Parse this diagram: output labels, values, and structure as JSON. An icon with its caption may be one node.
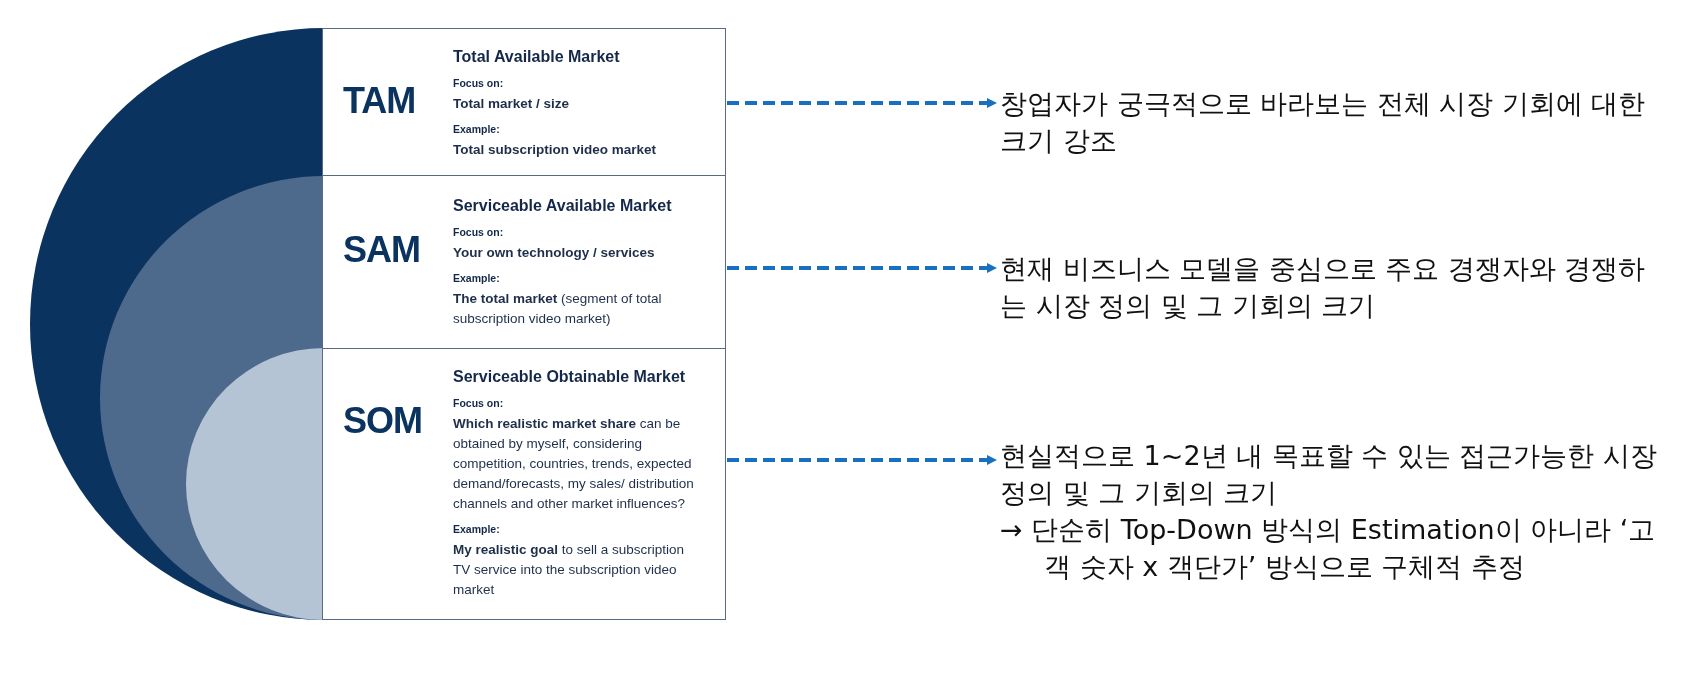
{
  "diagram": {
    "nodes": [
      {
        "text": [
          "TAM",
          "Total Available Market",
          "Focus on:",
          "Total market / size",
          "Example:",
          "Total subscription video market"
        ]
      },
      {
        "text": [
          "SAM",
          "Serviceable Available Market",
          "Focus on:",
          "Your own technology / services",
          "Example:",
          "**The total market** (segment of total subscription video market)"
        ]
      },
      {
        "text": [
          "SOM",
          "Serviceable Obtainable Market",
          "Focus on:",
          "**Which realistic market share** can be obtained by myself, considering competition, countries, trends, expected demand/forecasts, my sales/ distribution channels and other market influences?",
          "Example:",
          "**My realistic goal** to sell a subscription TV service into the subscription video market"
        ]
      },
      {
        "text": [
          "창업자가 궁극적으로 바라보는 전체 시장 기회에 대한 크기 강조"
        ]
      },
      {
        "text": [
          "현재 비즈니스 모델을 중심으로 주요 경쟁자와 경쟁하는 시장 정의 및 그 기회의 크기"
        ]
      },
      {
        "text": [
          "현실적으로 1~2년 내 목표할 수 있는 접근가능한 시장 정의 및 그 기회의 크기",
          "→ 단순히 Top-Down 방식의 Estimation이 아니라 ‘고객 숫자 x 객단가’ 방식으로 구체적 추정"
        ]
      }
    ],
    "edges": [
      {
        "from": 0,
        "to": 3,
        "arrow": "to",
        "style": "dashed"
      },
      {
        "from": 1,
        "to": 4,
        "arrow": "to",
        "style": "dashed"
      },
      {
        "from": 2,
        "to": 5,
        "arrow": "to",
        "style": "dashed"
      }
    ]
  }
}
